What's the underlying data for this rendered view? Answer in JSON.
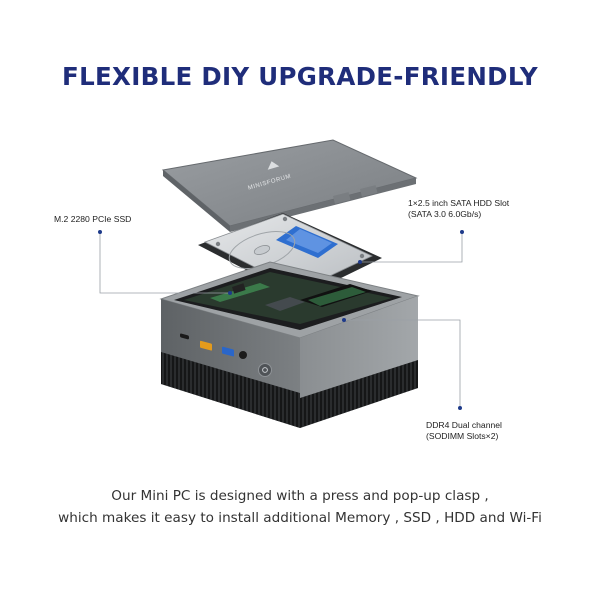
{
  "title": "FLEXIBLE DIY UPGRADE-FRIENDLY",
  "callouts": {
    "ssd": "M.2 2280 PCIe SSD",
    "hdd_line1": "1×2.5 inch SATA HDD Slot",
    "hdd_line2": "(SATA 3.0 6.0Gb/s)",
    "ram_line1": "DDR4 Dual channel",
    "ram_line2": "(SODIMM Slots×2)"
  },
  "lid_brand": "MINISFORUM",
  "caption": {
    "line1": "Our Mini PC is designed with a press and pop-up clasp ,",
    "line2": "which makes it easy to install additional Memory , SSD , HDD and Wi-Fi"
  },
  "colors": {
    "title": "#1f2d7a",
    "callout_dot": "#1e3a8a",
    "chassis": "#6e7275",
    "lid": "#8b9094"
  }
}
